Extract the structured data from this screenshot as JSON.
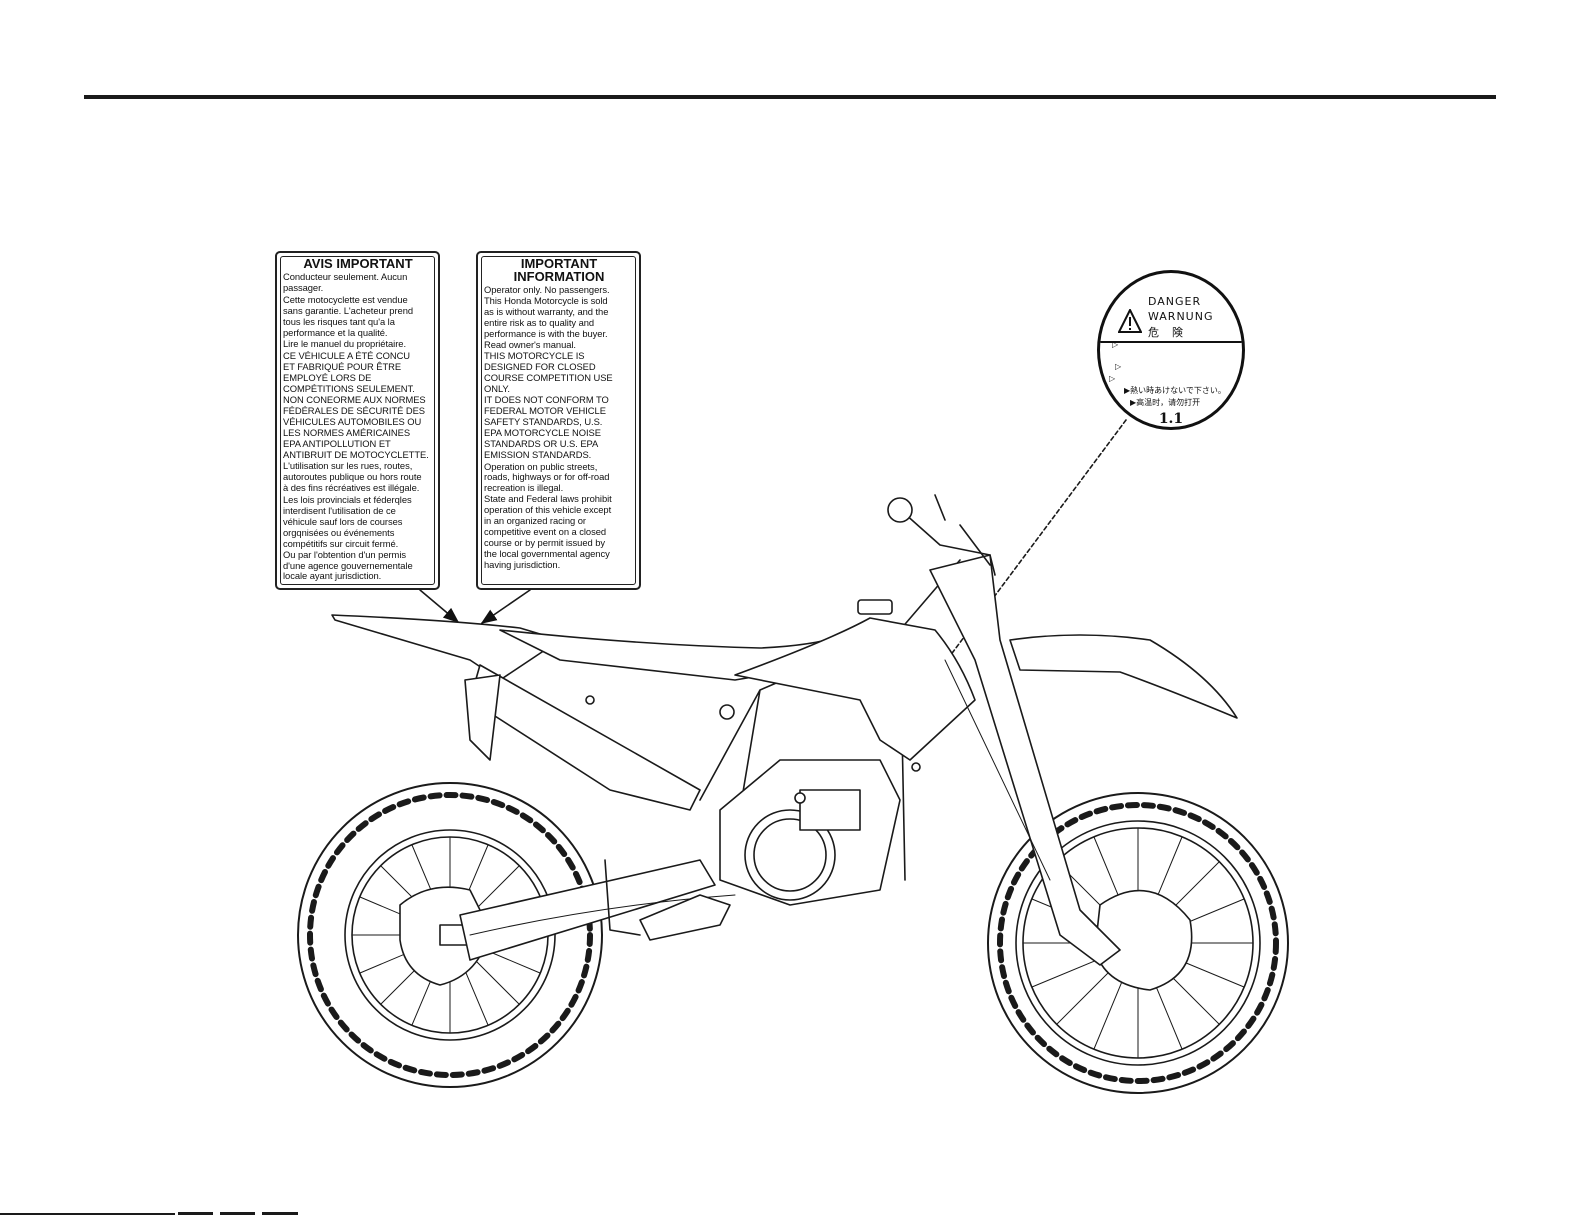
{
  "labels": {
    "french": {
      "title": "AVIS IMPORTANT",
      "paragraphs": [
        "Conducteur seulement. Aucun\npassager.",
        "Cette motocyclette est vendue\nsans garantie.  L'acheteur prend\ntous les risques tant qu'a la\nperformance et la qualité.",
        "Lire le manuel du propriétaire.",
        "CE VÉHICULE A ÉTÉ CONCU\nET FABRIQUÉ POUR ÊTRE\nEMPLOYÉ LORS DE\nCOMPÉTITIONS SEULEMENT.\nNON CONEORME AUX NORMES\nFÉDÉRALES DE SÉCURITÉ DES\nVÉHICULES AUTOMOBILES OU\nLES NORMES AMÉRICAINES\nEPA ANTIPOLLUTION ET\nANTIBRUIT DE MOTOCYCLETTE.",
        "L'utilisation sur les rues, routes,\nautoroutes publique ou hors route\nà des fins récréatives est illégale.",
        "Les lois provincials et féderqles\ninterdisent l'utilisation de ce\nvéhicule sauf lors de courses\norgqnisées ou événements\ncompétitifs sur circuit fermé.\nOu par l'obtention d'un permis\nd'une agence gouvernementale\nlocale ayant jurisdiction."
      ]
    },
    "english": {
      "title": "IMPORTANT\nINFORMATION",
      "paragraphs": [
        "Operator only. No passengers.\nThis Honda Motorcycle is sold\nas is without warranty, and the\nentire risk as to quality and\nperformance is with the buyer.\nRead owner's manual.",
        "THIS MOTORCYCLE IS\nDESIGNED FOR CLOSED\nCOURSE COMPETITION USE\nONLY.\nIT DOES NOT CONFORM TO\nFEDERAL MOTOR VEHICLE\nSAFETY STANDARDS, U.S.\nEPA MOTORCYCLE NOISE\nSTANDARDS OR U.S. EPA\nEMISSION STANDARDS.",
        "Operation on public streets,\nroads, highways or for off-road\nrecreation is illegal.\nState and Federal laws prohibit\noperation of this vehicle except\nin an organized racing or\ncompetitive event on a closed\ncourse or by permit issued by\nthe local governmental agency\nhaving jurisdiction."
      ]
    }
  },
  "danger_label": {
    "word_danger": "DANGER",
    "word_warnung": "WARNUNG",
    "word_japanese": "危　険",
    "line_ja": "熱い時あけないで下さい。",
    "line_zh": "高温时，请勿打开",
    "code": "1.1"
  },
  "icons": {
    "warning": "warning-triangle-icon",
    "arrow": "right-pointer-icon"
  }
}
